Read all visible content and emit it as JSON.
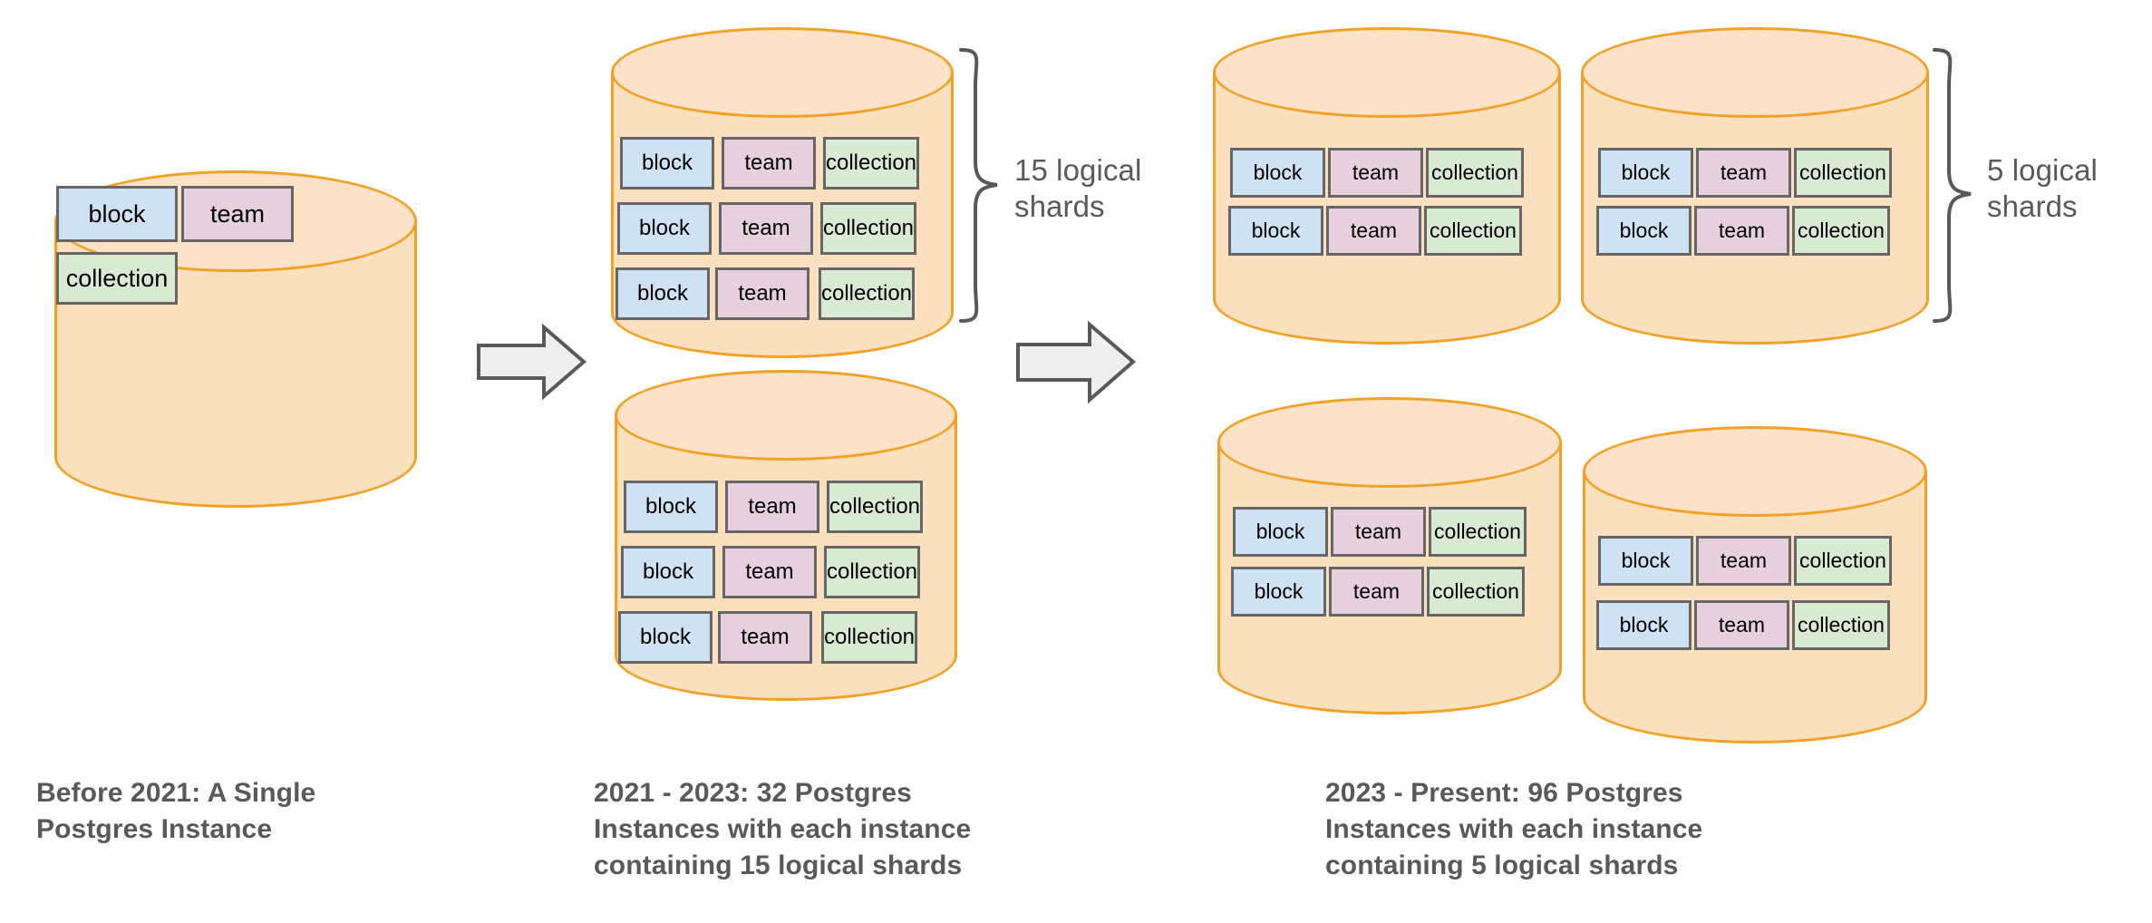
{
  "diagram": {
    "title_text_present": false,
    "colors": {
      "cylinder_fill": "#fbe0c0",
      "cylinder_stroke": "#f2a124",
      "shard_block_fill": "#cfe2f3",
      "shard_team_fill": "#e6d0dd",
      "shard_collection_fill": "#d9ead3",
      "shard_stroke": "#666666",
      "arrow_fill": "#efefef",
      "arrow_stroke": "#595959",
      "text": "#595959",
      "shard_label_text": "#000000",
      "background": "#ffffff"
    },
    "shard_labels": {
      "block": "block",
      "team": "team",
      "collection": "collection"
    },
    "stages": [
      {
        "id": "stage-1",
        "caption": "Before 2021: A Single Postgres Instance",
        "caption_lines": [
          "Before 2021: A Single",
          "Postgres Instance"
        ],
        "instance_count": 1,
        "shards_per_instance": null,
        "brace_label": null,
        "cylinders": [
          {
            "id": "stage1-cyl-1",
            "shard_layout": "freeform",
            "shards": [
              "block",
              "team",
              "collection"
            ]
          }
        ]
      },
      {
        "id": "stage-2",
        "caption": "2021 - 2023: 32 Postgres Instances with each instance containing 15 logical shards",
        "caption_lines": [
          "2021 - 2023: 32 Postgres",
          "Instances with each instance",
          "containing 15 logical shards"
        ],
        "instance_count": 32,
        "shards_per_instance": 15,
        "brace_label": "15 logical shards",
        "brace_label_lines": [
          "15 logical",
          "shards"
        ],
        "cylinders": [
          {
            "id": "stage2-cyl-1",
            "shard_layout": "grid-3x3",
            "rows": [
              [
                "block",
                "team",
                "collection"
              ],
              [
                "block",
                "team",
                "collection"
              ],
              [
                "block",
                "team",
                "collection"
              ]
            ]
          },
          {
            "id": "stage2-cyl-2",
            "shard_layout": "grid-3x3",
            "rows": [
              [
                "block",
                "team",
                "collection"
              ],
              [
                "block",
                "team",
                "collection"
              ],
              [
                "block",
                "team",
                "collection"
              ]
            ]
          }
        ]
      },
      {
        "id": "stage-3",
        "caption": "2023 - Present: 96 Postgres Instances with each instance containing 5 logical shards",
        "caption_lines": [
          "2023 - Present: 96 Postgres",
          "Instances with each instance",
          "containing 5 logical shards"
        ],
        "instance_count": 96,
        "shards_per_instance": 5,
        "brace_label": "5 logical shards",
        "brace_label_lines": [
          "5 logical",
          "shards"
        ],
        "cylinders": [
          {
            "id": "stage3-cyl-1",
            "shard_layout": "grid-2x3",
            "rows": [
              [
                "block",
                "team",
                "collection"
              ],
              [
                "block",
                "team",
                "collection"
              ]
            ]
          },
          {
            "id": "stage3-cyl-2",
            "shard_layout": "grid-2x3",
            "rows": [
              [
                "block",
                "team",
                "collection"
              ],
              [
                "block",
                "team",
                "collection"
              ]
            ]
          },
          {
            "id": "stage3-cyl-3",
            "shard_layout": "grid-2x3",
            "rows": [
              [
                "block",
                "team",
                "collection"
              ],
              [
                "block",
                "team",
                "collection"
              ]
            ]
          },
          {
            "id": "stage3-cyl-4",
            "shard_layout": "grid-2x3",
            "rows": [
              [
                "block",
                "team",
                "collection"
              ],
              [
                "block",
                "team",
                "collection"
              ]
            ]
          }
        ]
      }
    ],
    "arrows": [
      {
        "id": "arrow-1",
        "direction": "right"
      },
      {
        "id": "arrow-2",
        "direction": "right"
      }
    ]
  }
}
